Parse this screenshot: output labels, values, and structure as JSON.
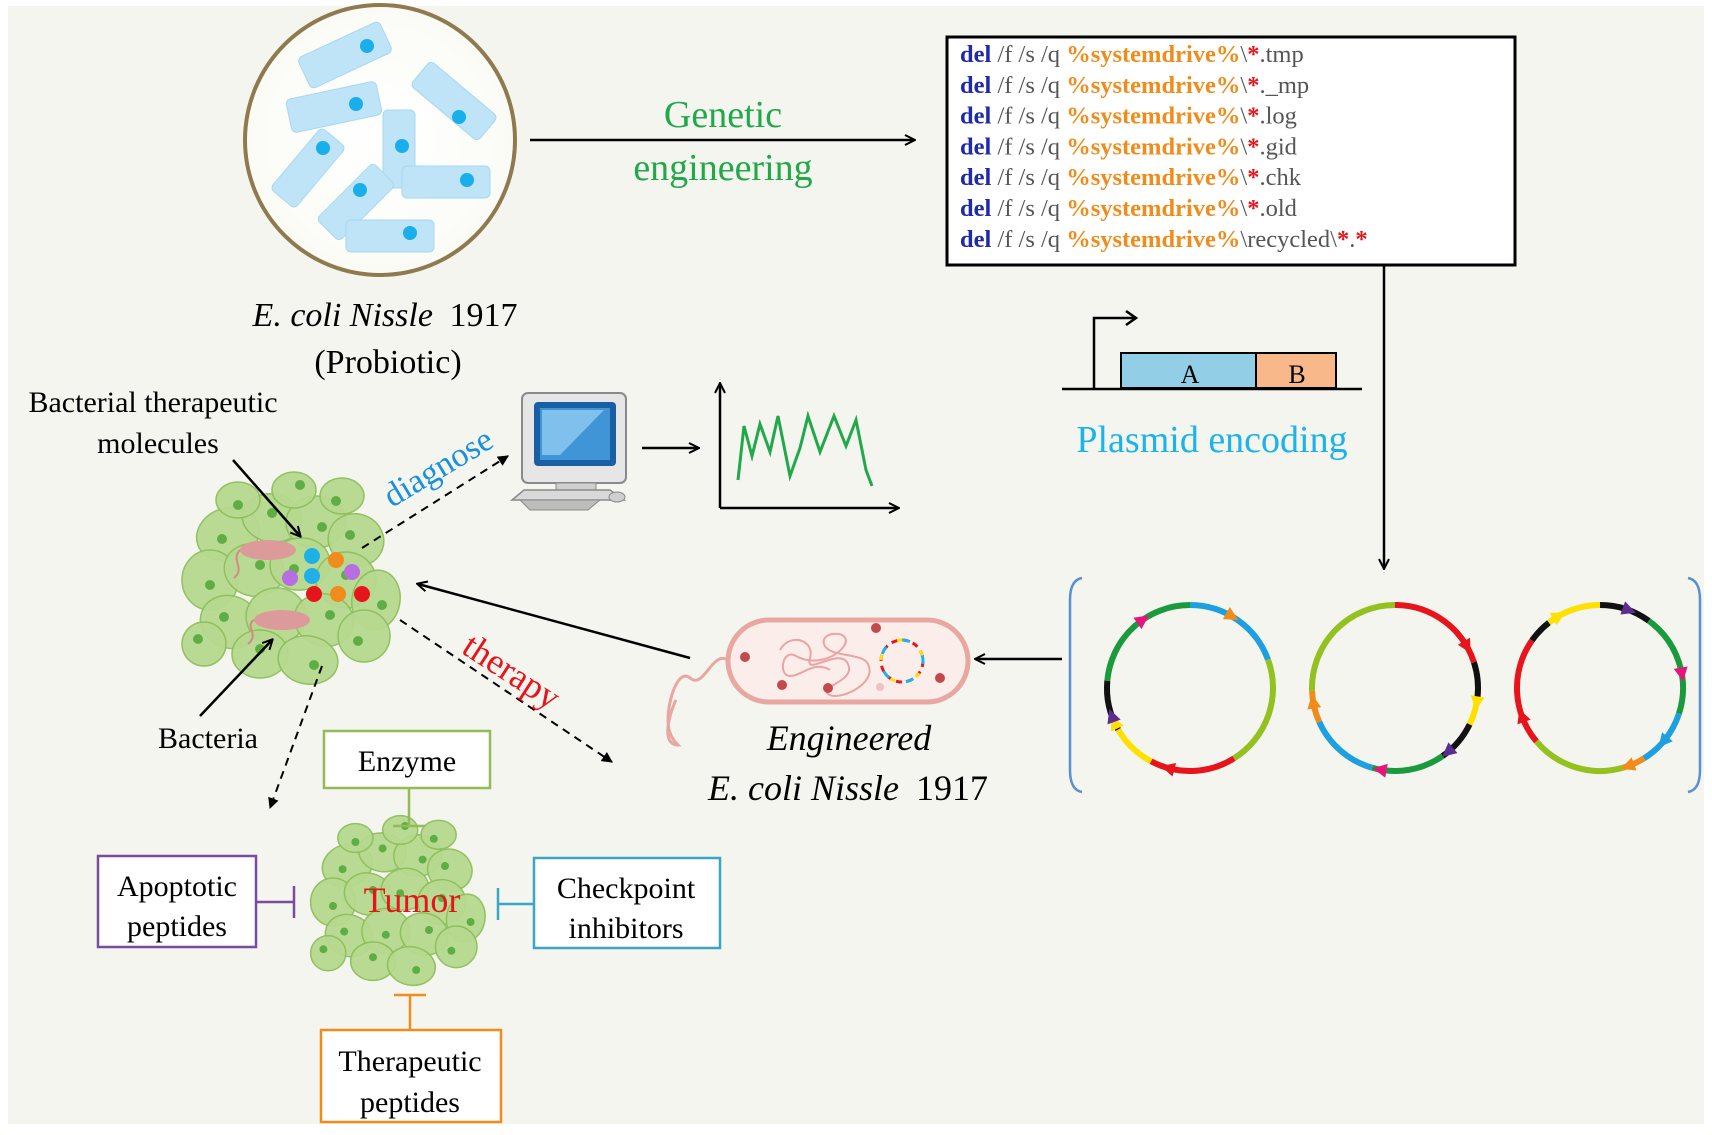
{
  "probiotic": {
    "name_italic": "E. coli Nissle",
    "name_year": "1917",
    "caption": "(Probiotic)"
  },
  "genetic_engineering": {
    "line1": "Genetic",
    "line2": "engineering"
  },
  "code": {
    "lines": [
      {
        "cmd": "del",
        "flags": "/f /s /q",
        "var": "%systemdrive%",
        "sep": "\\",
        "star": "*",
        "ext": ".tmp",
        "star2": ""
      },
      {
        "cmd": "del",
        "flags": "/f /s /q",
        "var": "%systemdrive%",
        "sep": "\\",
        "star": "*",
        "ext": "._mp",
        "star2": ""
      },
      {
        "cmd": "del",
        "flags": "/f /s /q",
        "var": "%systemdrive%",
        "sep": "\\",
        "star": "*",
        "ext": ".log",
        "star2": ""
      },
      {
        "cmd": "del",
        "flags": "/f /s /q",
        "var": "%systemdrive%",
        "sep": "\\",
        "star": "*",
        "ext": ".gid",
        "star2": ""
      },
      {
        "cmd": "del",
        "flags": "/f /s /q",
        "var": "%systemdrive%",
        "sep": "\\",
        "star": "*",
        "ext": ".chk",
        "star2": ""
      },
      {
        "cmd": "del",
        "flags": "/f /s /q",
        "var": "%systemdrive%",
        "sep": "\\",
        "star": "*",
        "ext": ".old",
        "star2": ""
      },
      {
        "cmd": "del",
        "flags": "/f /s /q",
        "var": "%systemdrive%",
        "sep": "\\recycled\\",
        "star": "*",
        "ext": ".",
        "star2": "*"
      }
    ]
  },
  "plasmid": {
    "label_a": "A",
    "label_b": "B",
    "caption": "Plasmid encoding"
  },
  "engineered": {
    "line1": "Engineered",
    "line2_italic": "E. coli Nissle",
    "line2_year": "1917"
  },
  "tumor_site": {
    "molecules_line1": "Bacterial  therapeutic",
    "molecules_line2": "molecules",
    "bacteria": "Bacteria",
    "diagnose": "diagnose",
    "therapy": "therapy"
  },
  "treatments": {
    "tumor": "Tumor",
    "enzyme": "Enzyme",
    "apoptotic_line1": "Apoptotic",
    "apoptotic_line2": "peptides",
    "checkpoint_line1": "Checkpoint",
    "checkpoint_line2": "inhibitors",
    "therapeutic_line1": "Therapeutic",
    "therapeutic_line2": "peptides"
  },
  "colors": {
    "genetic_green": "#22a84a",
    "plasmid_blue": "#1cb4e8",
    "diagnose_blue": "#1a8fe0",
    "therapy_red": "#e8141b",
    "tumor_red": "#e8141b",
    "code_keyword": "#1f2aa8",
    "code_variable": "#ef8c1c",
    "code_star": "#e8141b"
  }
}
